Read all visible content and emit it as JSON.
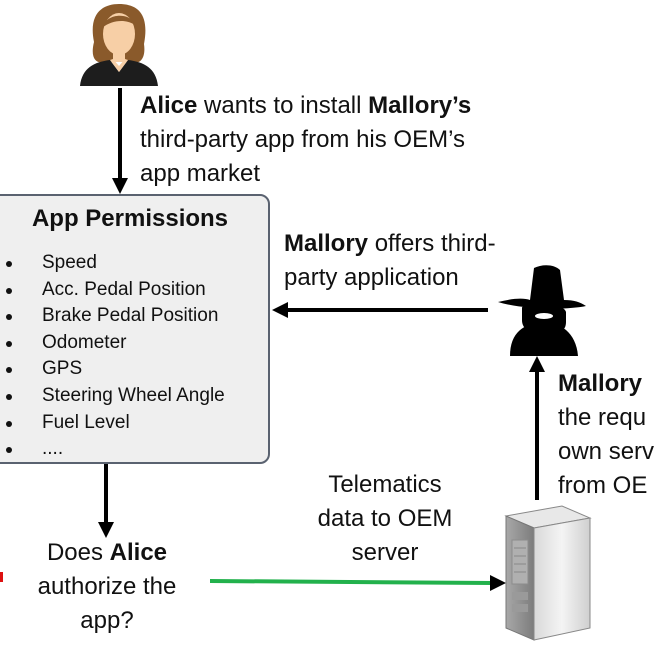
{
  "alice_label": {
    "l1_bold": "Alice",
    "l1_rest": " wants to install ",
    "l1_bold2": "Mallory’s",
    "l2": "third-party app from his OEM’s",
    "l3": "app market"
  },
  "permissions": {
    "title": "App Permissions",
    "items": [
      "Speed",
      "Acc. Pedal Position",
      "Brake Pedal Position",
      "Odometer",
      "GPS",
      "Steering Wheel Angle",
      "Fuel Level",
      "...."
    ]
  },
  "mallory_offer": {
    "bold": "Mallory",
    "rest": " offers third-",
    "l2": "party application"
  },
  "mallory_request": {
    "l1_bold": "Mallory",
    "l2": "the requ",
    "l3": "own serv",
    "l4": "from OE"
  },
  "authorize": {
    "l1_pre": "Does ",
    "l1_bold": "Alice",
    "l2": "authorize the",
    "l3": "app?"
  },
  "telematics": {
    "l1": "Telematics",
    "l2": "data to OEM",
    "l3": "server"
  },
  "colors": {
    "arrow": "#000000",
    "green_arrow": "#22b14c",
    "box_fill": "#efefef",
    "box_border": "#5a6270"
  }
}
